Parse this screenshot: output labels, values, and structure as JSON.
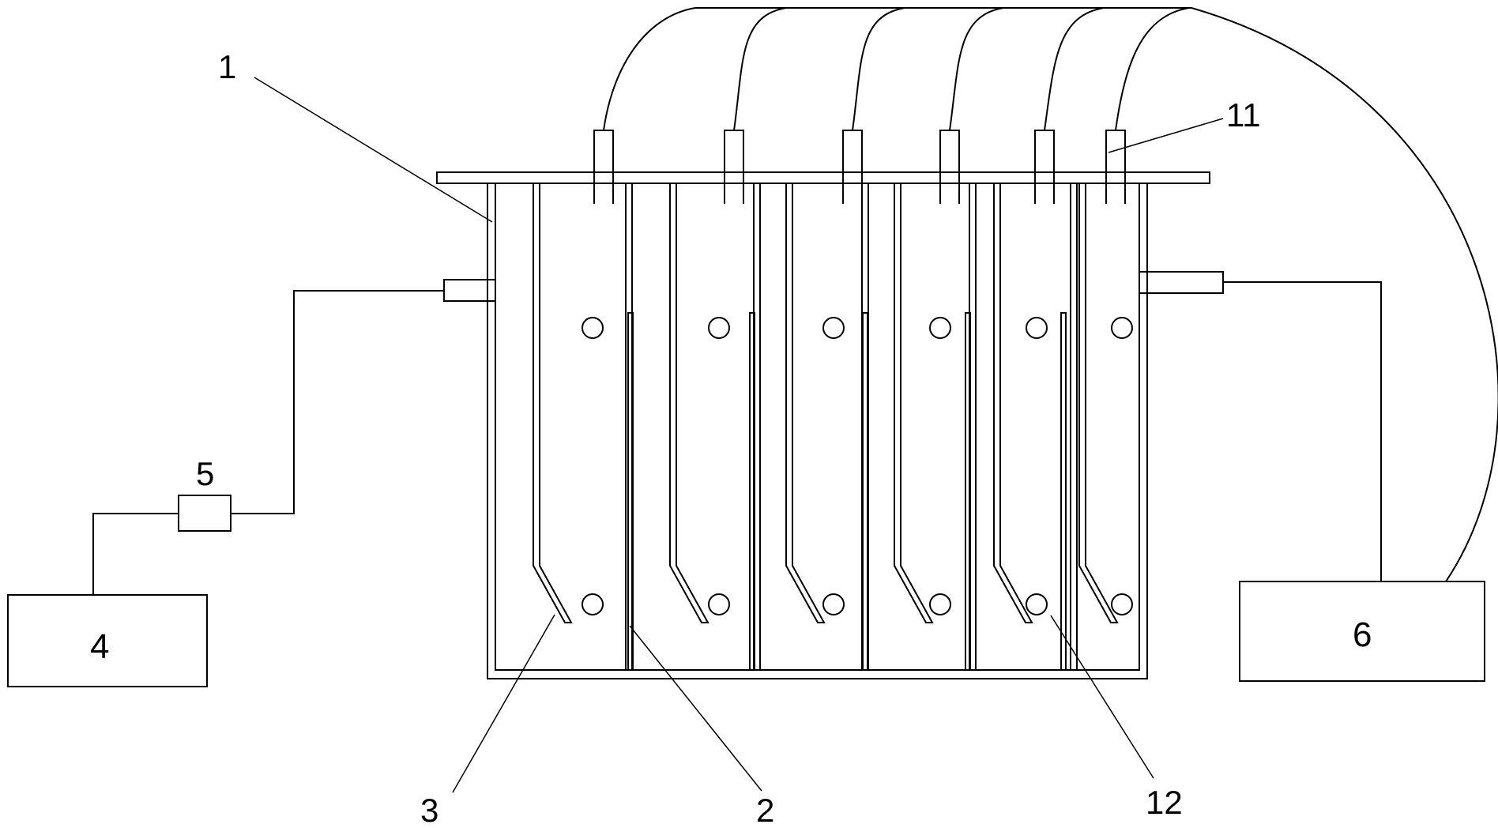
{
  "labels": {
    "tank": "1",
    "partition": "2",
    "plate": "3",
    "left_box": "4",
    "valve": "5",
    "right_box": "6",
    "terminal": "11",
    "hole": "12"
  },
  "colors": {
    "line": "#000000",
    "background": "#ffffff"
  }
}
